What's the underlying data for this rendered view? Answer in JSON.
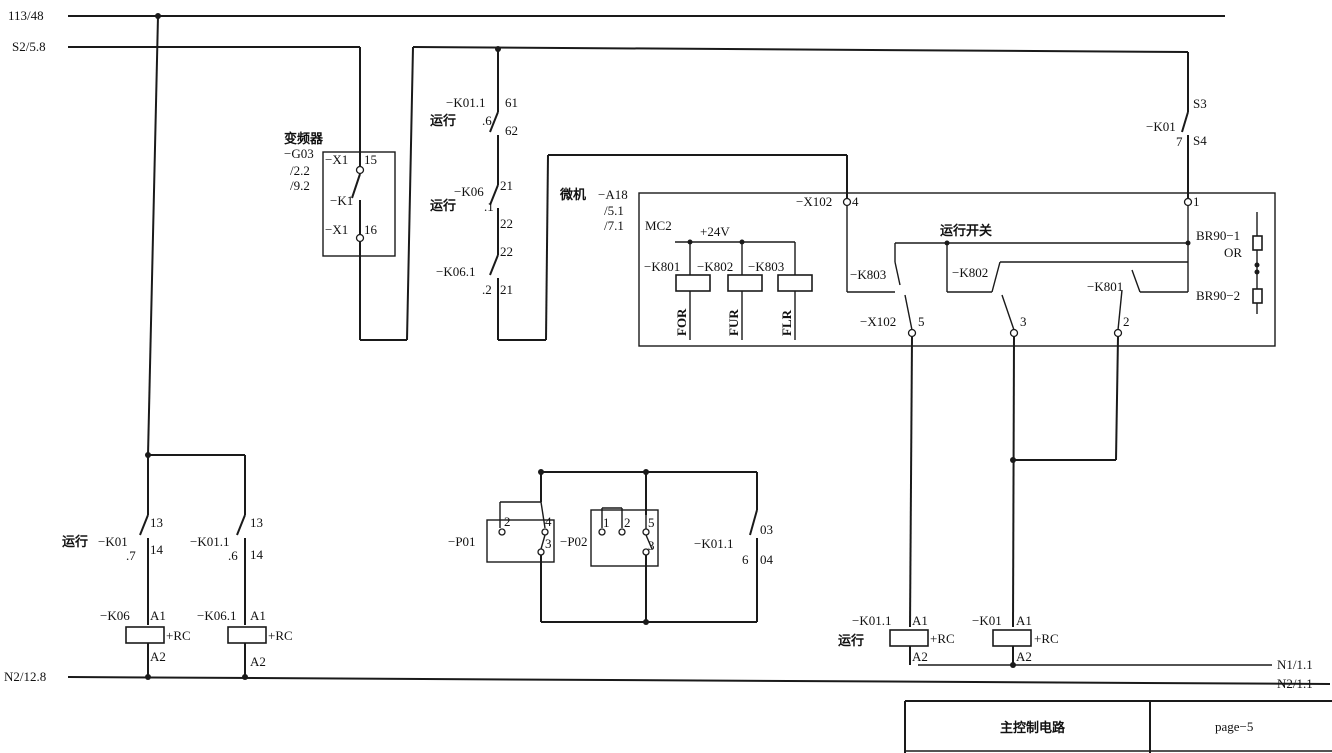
{
  "rails": {
    "top_bus": "113/48",
    "s2_bus": "S2/5.8",
    "n2_left": "N2/12.8",
    "n1_right": "N1/1.1",
    "n2_right": "N2/1.1"
  },
  "inverter": {
    "title": "变频器",
    "tag": "−G03",
    "ref1": "/2.2",
    "ref2": "/9.2",
    "x1_top": "−X1",
    "pin_15": "15",
    "k1": "−K1",
    "x1_bot": "−X1",
    "pin_16": "16"
  },
  "k01_1_contact": {
    "tag": "−K01.1",
    "ref": ".6",
    "pin_a": "61",
    "pin_b": "62",
    "run_label": "运行"
  },
  "k06_contact": {
    "tag": "−K06",
    "ref": ".1",
    "pin_a": "21",
    "pin_b": "22",
    "run_label": "运行"
  },
  "k06_1_contact": {
    "tag": "−K06.1",
    "ref": ".2",
    "pin_a": "22",
    "pin_b": "21"
  },
  "micro": {
    "title": "微机",
    "tag": "−A18",
    "ref1": "/5.1",
    "ref2": "/7.1",
    "mc": "MC2",
    "supply": "+24V",
    "relays": [
      "−K801",
      "−K802",
      "−K803"
    ],
    "relay_labels": [
      "FOR",
      "FUR",
      "FLR"
    ],
    "x102_top": "−X102",
    "pin_4": "4",
    "pin_1": "1",
    "run_switch": "运行开关",
    "k803": "−K803",
    "k802": "−K802",
    "k801": "−K801",
    "x102_bot": "−X102",
    "pin_5": "5",
    "pin_3": "3",
    "pin_2": "2",
    "br1": "BR90−1",
    "or_label": "OR",
    "br2": "BR90−2"
  },
  "s3s4": {
    "tag": "−K01",
    "ref": "7",
    "s3": "S3",
    "s4": "S4"
  },
  "lower_left": {
    "run_label": "运行",
    "k01": "−K01",
    "k01_ref": ".7",
    "k01_1": "−K01.1",
    "k01_1_ref": ".6",
    "pin_13a": "13",
    "pin_14a": "14",
    "pin_13b": "13",
    "pin_14b": "14"
  },
  "coils_left": [
    {
      "tag": "−K06",
      "a1": "A1",
      "rc": "+RC",
      "a2": "A2"
    },
    {
      "tag": "−K06.1",
      "a1": "A1",
      "rc": "+RC",
      "a2": "A2"
    }
  ],
  "middle": {
    "p01": "−P01",
    "p02": "−P02",
    "p01_pins": [
      "2",
      "4",
      "3"
    ],
    "p02_pins": [
      "1",
      "2",
      "5",
      "3"
    ],
    "k01_1": "−K01.1",
    "ref": "6",
    "pin_03": "03",
    "pin_04": "04"
  },
  "coils_right": [
    {
      "tag": "−K01.1",
      "a1": "A1",
      "rc": "+RC",
      "a2": "A2",
      "run_label": "运行"
    },
    {
      "tag": "−K01",
      "a1": "A1",
      "rc": "+RC",
      "a2": "A2"
    }
  ],
  "title_block": {
    "title": "主控制电路",
    "page": "page−5"
  }
}
